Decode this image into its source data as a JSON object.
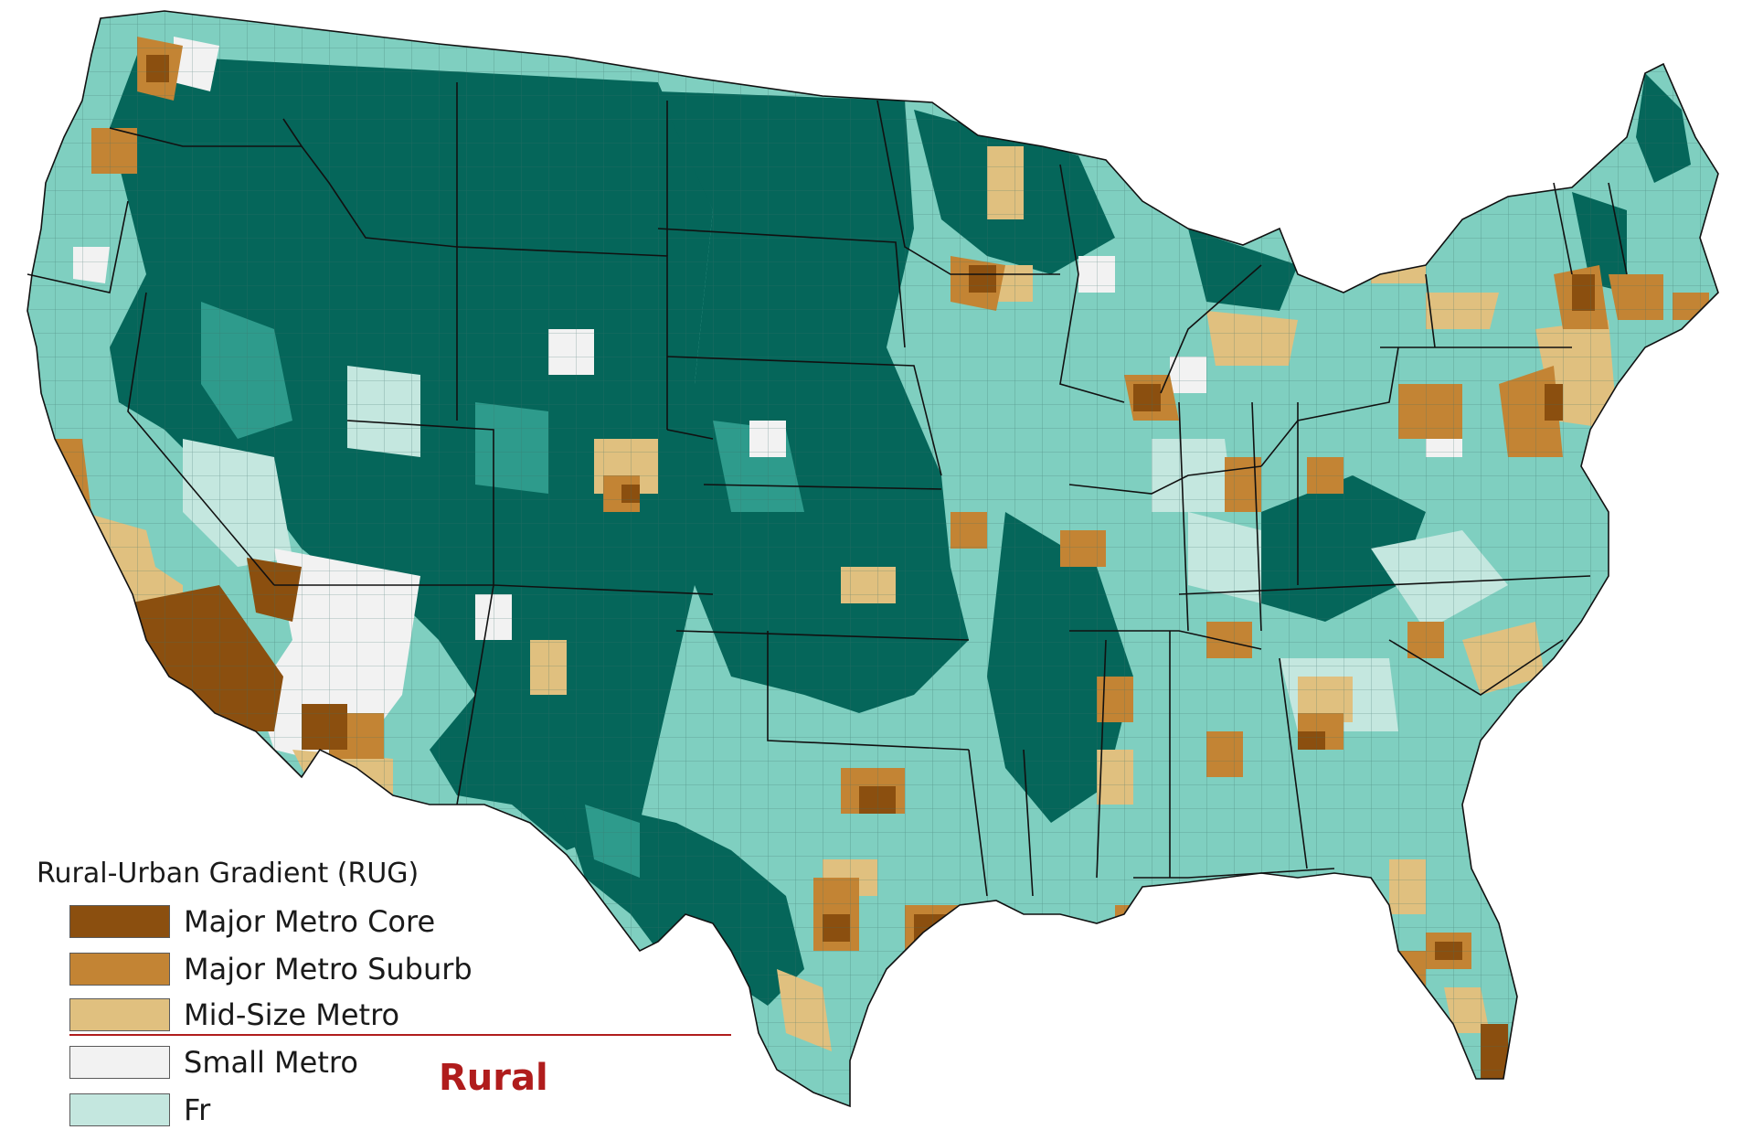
{
  "legend": {
    "title": "Rural-Urban Gradient (RUG)",
    "items": [
      {
        "label": "Major Metro Core",
        "color": "#8b4f0f"
      },
      {
        "label": "Major Metro Suburb",
        "color": "#c38434"
      },
      {
        "label": "Mid-Size Metro",
        "color": "#e0c07f"
      },
      {
        "label": "Small Metro",
        "color": "#f2f2f2"
      },
      {
        "label": "Fr",
        "color": "#c4e7df"
      }
    ],
    "rural_label": "Rural"
  },
  "colors": {
    "frontier_dark": "#05665a",
    "rural_mid": "#2e9b8c",
    "rural_light": "#7fcfc0",
    "fringe": "#c4e7df",
    "small_metro": "#f2f2f2",
    "mid_size": "#e0c07f",
    "suburb": "#c38434",
    "core": "#8b4f0f",
    "divider": "#b01c1c"
  },
  "map": {
    "region": "contiguous-us",
    "description_icon": "county-choropleth"
  }
}
